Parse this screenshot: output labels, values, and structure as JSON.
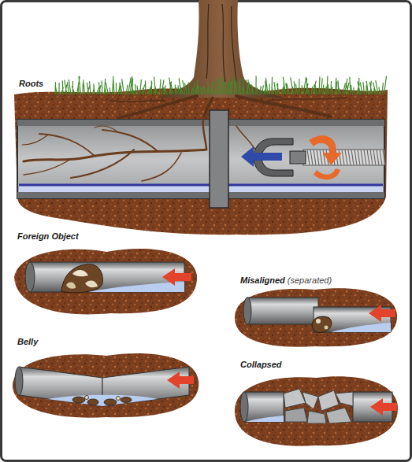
{
  "diagram": {
    "labels": [
      "Roots",
      "Foreign Object",
      "Misaligned",
      "(separated)",
      "Belly",
      "Collapsed"
    ]
  }
}
